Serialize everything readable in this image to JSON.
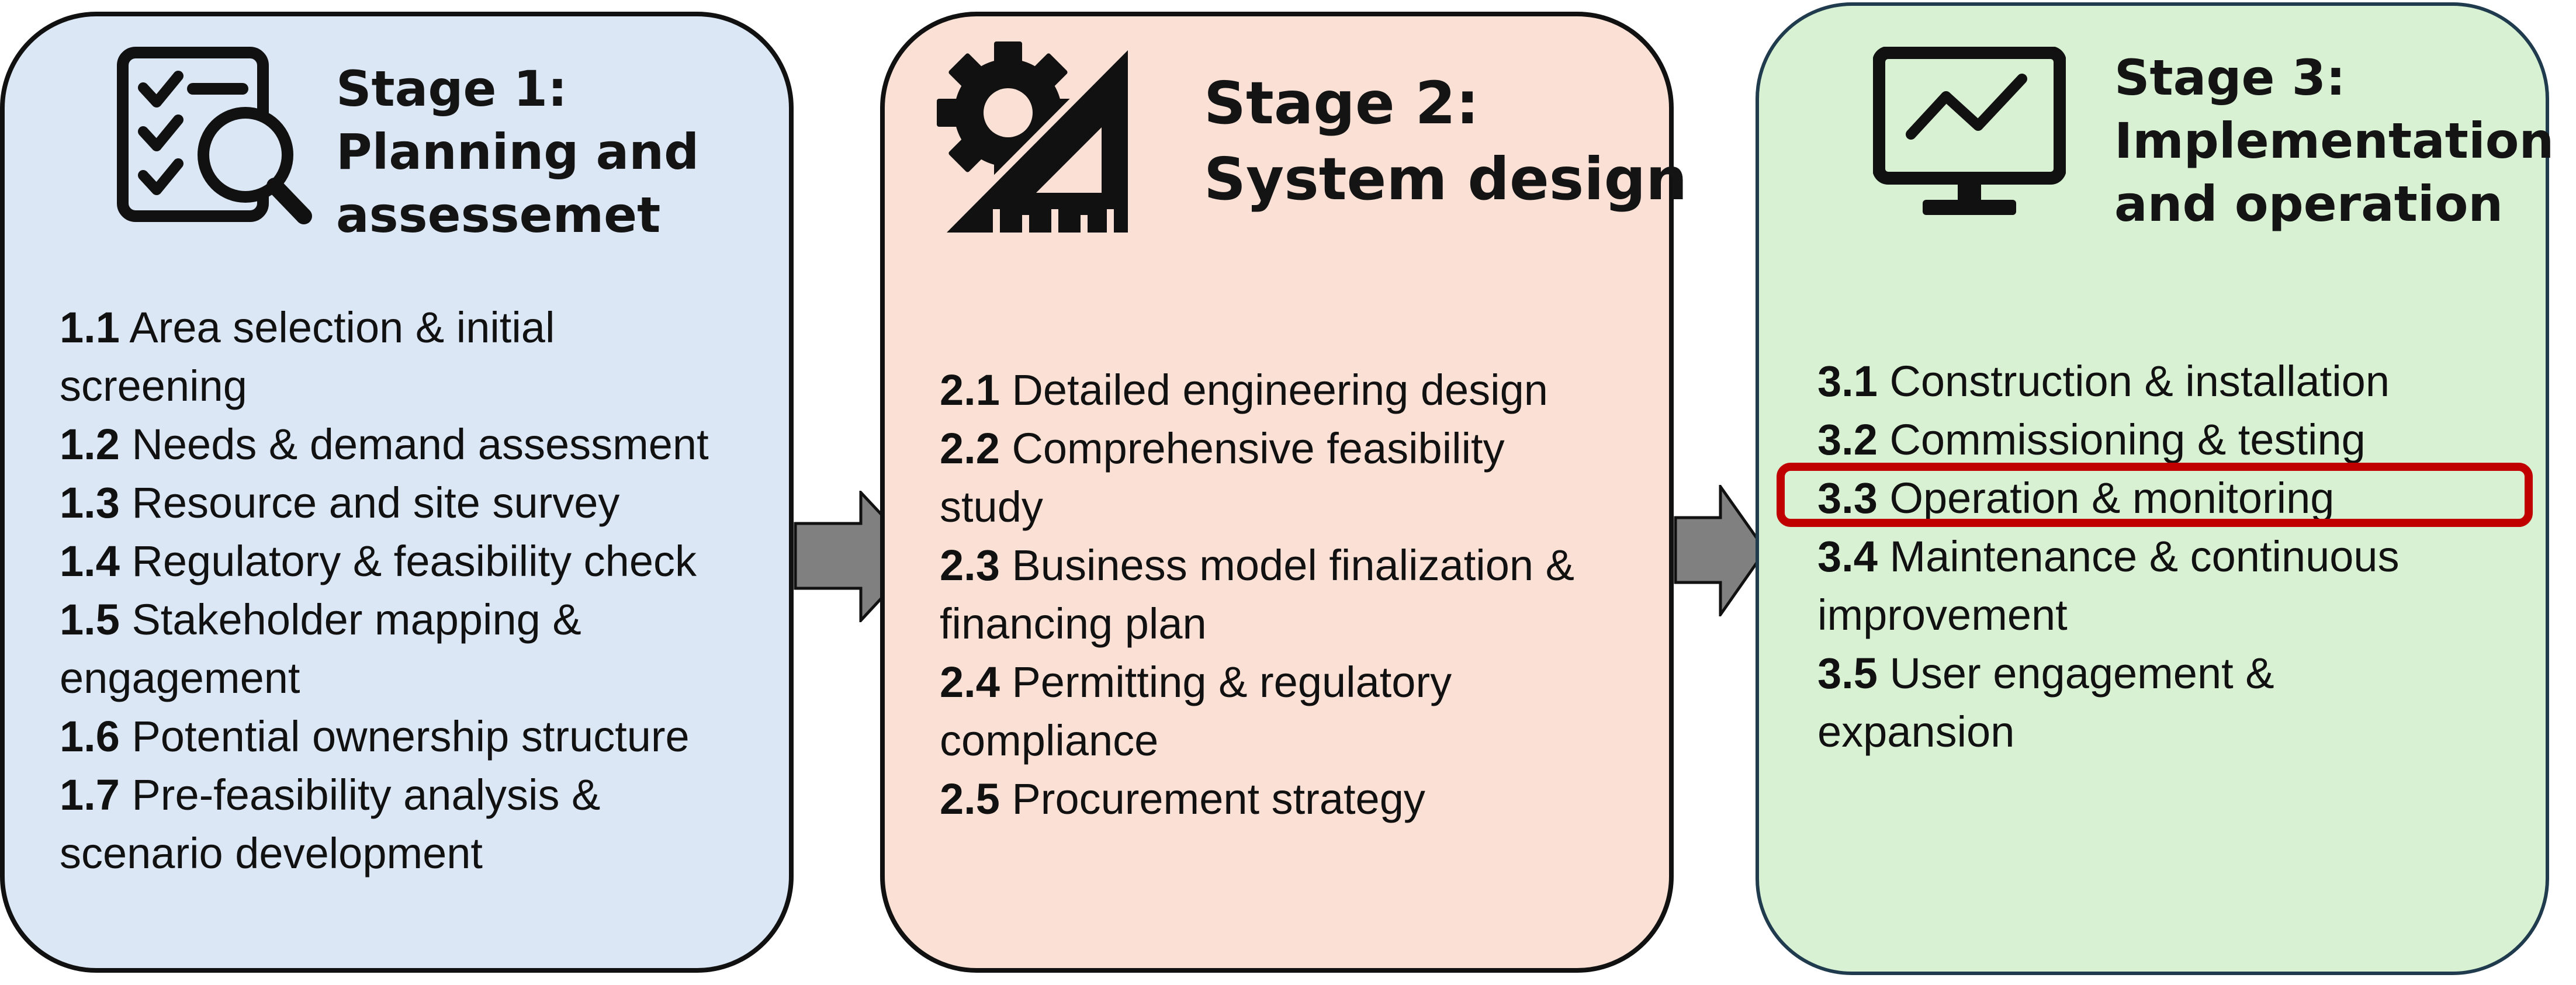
{
  "stages": [
    {
      "title_lines": [
        "Stage 1:",
        "Planning and",
        "assessemet"
      ],
      "icon": "checklist-magnifier-icon",
      "items": [
        {
          "num": "1.1",
          "lines": [
            "Area selection & initial",
            "screening"
          ]
        },
        {
          "num": "1.2",
          "lines": [
            "Needs & demand assessment"
          ]
        },
        {
          "num": "1.3",
          "lines": [
            "Resource and site survey"
          ]
        },
        {
          "num": "1.4",
          "lines": [
            "Regulatory & feasibility check"
          ]
        },
        {
          "num": "1.5",
          "lines": [
            "Stakeholder mapping &",
            "engagement"
          ]
        },
        {
          "num": "1.6",
          "lines": [
            "Potential ownership structure"
          ]
        },
        {
          "num": "1.7",
          "lines": [
            "Pre-feasibility analysis &",
            "scenario development"
          ]
        }
      ],
      "background": "#dbe7f5"
    },
    {
      "title_lines": [
        "Stage 2:",
        "System design"
      ],
      "icon": "gear-set-square-icon",
      "items": [
        {
          "num": "2.1",
          "lines": [
            "Detailed engineering design"
          ]
        },
        {
          "num": "2.2",
          "lines": [
            "Comprehensive feasibility",
            "study"
          ]
        },
        {
          "num": "2.3",
          "lines": [
            "Business model finalization &",
            "financing plan"
          ]
        },
        {
          "num": "2.4",
          "lines": [
            "Permitting & regulatory",
            "compliance"
          ]
        },
        {
          "num": "2.5",
          "lines": [
            "Procurement strategy"
          ]
        }
      ],
      "background": "#fbe1d5"
    },
    {
      "title_lines": [
        "Stage 3:",
        "Implementation",
        "and operation"
      ],
      "icon": "monitor-chart-icon",
      "items": [
        {
          "num": "3.1",
          "lines": [
            "Construction & installation"
          ]
        },
        {
          "num": "3.2",
          "lines": [
            "Commissioning & testing"
          ]
        },
        {
          "num": "3.3",
          "lines": [
            "Operation & monitoring"
          ]
        },
        {
          "num": "3.4",
          "lines": [
            "Maintenance & continuous",
            "improvement"
          ]
        },
        {
          "num": "3.5",
          "lines": [
            "User engagement &",
            "expansion"
          ]
        }
      ],
      "background": "#d9f1d3"
    }
  ],
  "highlighted_item": "3.3",
  "colors": {
    "highlight": "#c00000",
    "arrow": "#808080"
  }
}
